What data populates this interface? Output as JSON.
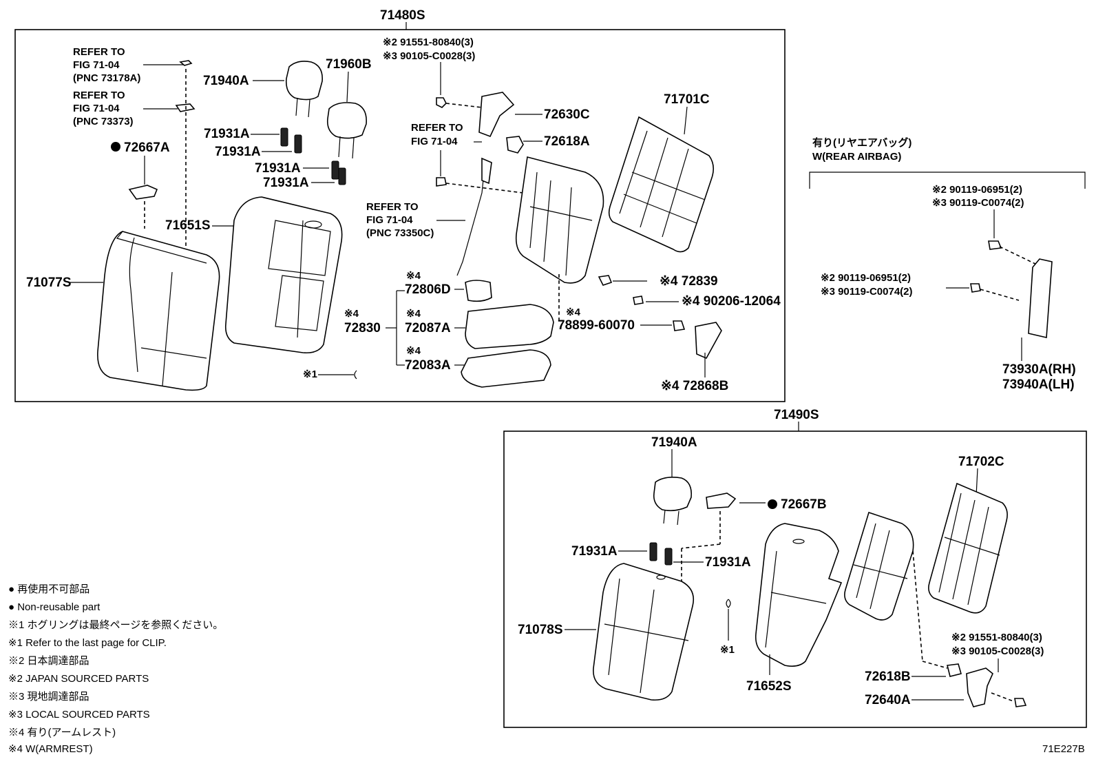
{
  "figure_id": "71E227B",
  "groups": {
    "upper": {
      "assembly": "71480S"
    },
    "lower": {
      "assembly": "71490S"
    },
    "airbag": {
      "jp": "有り(リヤエアバッグ)",
      "en": "W(REAR AIRBAG)"
    }
  },
  "labels": {
    "upper": {
      "refer1": [
        "REFER TO",
        "FIG 71-04",
        "(PNC 73178A)"
      ],
      "refer2": [
        "REFER TO",
        "FIG 71-04",
        "(PNC 73373)"
      ],
      "p72667A": "72667A",
      "p71077S": "71077S",
      "p71940A": "71940A",
      "p71960B": "71960B",
      "p71931A_1": "71931A",
      "p71931A_2": "71931A",
      "p71931A_3": "71931A",
      "p71931A_4": "71931A",
      "p71651S": "71651S",
      "bolt_a": "※2 91551-80840(3)",
      "bolt_b": "※3 90105-C0028(3)",
      "p72630C": "72630C",
      "refer3": [
        "REFER TO",
        "FIG 71-04"
      ],
      "p72618A": "72618A",
      "p71701C": "71701C",
      "refer4": [
        "REFER TO",
        "FIG 71-04",
        "(PNC 73350C)"
      ],
      "mark4_a": "※4",
      "p72806D": "72806D",
      "mark4_b": "※4",
      "p72830": "72830",
      "mark4_c": "※4",
      "p72087A": "72087A",
      "mark4_d": "※4",
      "p72083A": "72083A",
      "mark4_e": "※4",
      "p78899": "78899-60070",
      "p72839": "※4 72839",
      "p90206": "※4 90206-12064",
      "p72868B": "※4 72868B",
      "clip": "※1"
    },
    "airbag": {
      "top_a": "※2 90119-06951(2)",
      "top_b": "※3 90119-C0074(2)",
      "mid_a": "※2 90119-06951(2)",
      "mid_b": "※3 90119-C0074(2)",
      "rh": "73930A(RH)",
      "lh": "73940A(LH)"
    },
    "lower": {
      "p71940A": "71940A",
      "p72667B": "72667B",
      "p71702C": "71702C",
      "p71931A_1": "71931A",
      "p71931A_2": "71931A",
      "p71078S": "71078S",
      "clip": "※1",
      "p71652S": "71652S",
      "bolt_a": "※2 91551-80840(3)",
      "bolt_b": "※3 90105-C0028(3)",
      "p72618B": "72618B",
      "p72640A": "72640A"
    }
  },
  "legend": [
    "● 再使用不可部品",
    "● Non-reusable part",
    "※1 ホグリングは最終ページを参照ください。",
    "※1 Refer to the last page for CLIP.",
    "※2 日本調達部品",
    "※2 JAPAN SOURCED PARTS",
    "※3 現地調達部品",
    "※3 LOCAL SOURCED PARTS",
    "※4 有り(アームレスト)",
    "※4 W(ARMREST)"
  ]
}
